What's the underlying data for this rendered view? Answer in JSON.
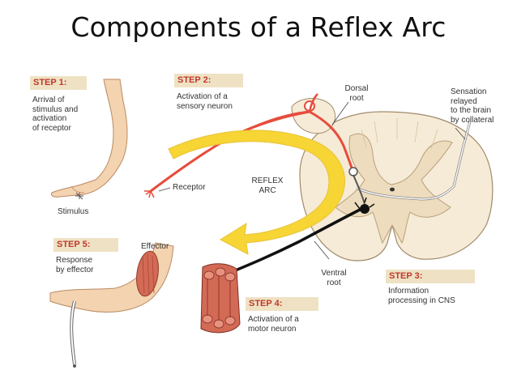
{
  "title": "Components of a Reflex Arc",
  "colors": {
    "sensory": "#e74c3c",
    "motor": "#111111",
    "arc_arrow": "#f6d534",
    "arc_outline": "#e9c23a",
    "step_tag_bg": "#efe2c4",
    "step_text": "#c0392b",
    "skin": "#f3d3b0",
    "spinal_cord": "#f6ebd7",
    "muscle": "#d36a55"
  },
  "steps": [
    {
      "tag": "STEP 1:",
      "lines": [
        "Arrival of",
        "stimulus and",
        "activation",
        "of receptor"
      ]
    },
    {
      "tag": "STEP 2:",
      "lines": [
        "Activation of a",
        "sensory neuron"
      ]
    },
    {
      "tag": "STEP 3:",
      "lines": [
        "Information",
        "processing in CNS"
      ]
    },
    {
      "tag": "STEP 4:",
      "lines": [
        "Activation of a",
        "motor neuron"
      ]
    },
    {
      "tag": "STEP 5:",
      "lines": [
        "Response",
        "by effector"
      ]
    }
  ],
  "labels": {
    "stimulus": "Stimulus",
    "receptor": "Receptor",
    "reflex_arc": [
      "REFLEX",
      "ARC"
    ],
    "dorsal_root": [
      "Dorsal",
      "root"
    ],
    "ventral_root": [
      "Ventral",
      "root"
    ],
    "sensation": [
      "Sensation",
      "relayed",
      "to the brain",
      "by collateral"
    ],
    "effector": "Effector"
  }
}
